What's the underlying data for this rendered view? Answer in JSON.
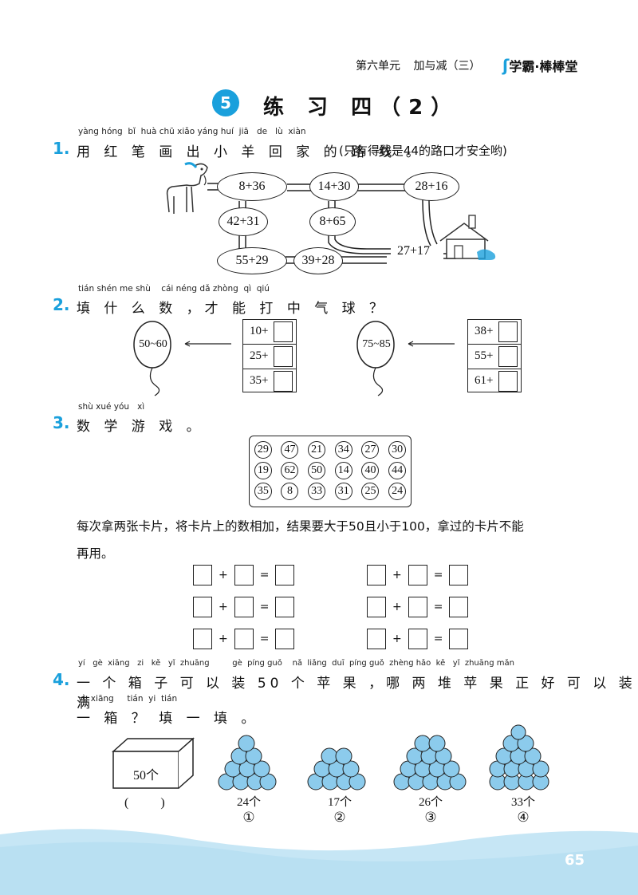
{
  "header": {
    "unit": "第六单元",
    "topic": "加与减（三）",
    "brand": "学霸·棒棒堂"
  },
  "title": {
    "number": "5",
    "text": "练 习 四（2）"
  },
  "q1": {
    "num": "1.",
    "pinyin": "yàng hóng  bǐ  huà chū xiǎo yáng huí  jiā   de   lù  xiàn",
    "text": "用 红 笔 画 出 小 羊 回 家 的 路 线 。",
    "note": "(只有得数是44的路口才安全哟)",
    "exprs": [
      "8+36",
      "14+30",
      "28+16",
      "42+31",
      "8+65",
      "55+29",
      "39+28",
      "27+17"
    ]
  },
  "q2": {
    "num": "2.",
    "pinyin": "tián shén me shù    cái néng dǎ zhòng  qì  qiú",
    "text": "填 什 么 数 ，才 能 打 中 气 球 ？",
    "balloons": [
      "50~60",
      "75~85"
    ],
    "left_items": [
      "10+",
      "25+",
      "35+"
    ],
    "right_items": [
      "38+",
      "55+",
      "61+"
    ]
  },
  "q3": {
    "num": "3.",
    "pinyin": "shù xué yóu   xì",
    "text": "数 学 游 戏 。",
    "cards": [
      [
        "29",
        "47",
        "21",
        "34",
        "27",
        "30"
      ],
      [
        "19",
        "62",
        "50",
        "14",
        "40",
        "44"
      ],
      [
        "35",
        "8",
        "33",
        "31",
        "25",
        "24"
      ]
    ],
    "instruction_line1": "每次拿两张卡片，将卡片上的数相加，结果要大于50且小于100，拿过的卡片不能",
    "instruction_line2": "再用。",
    "plus": "+",
    "equals": "="
  },
  "q4": {
    "num": "4.",
    "pinyin1": "yí   gè  xiāng   zi   kě   yǐ  zhuāng         gè  píng guǒ    nǎ  liǎng  duī  píng guǒ  zhèng hǎo  kě   yǐ  zhuāng mǎn",
    "text1": "一 个 箱 子 可 以 装  50 个 苹 果 ，哪 两 堆 苹 果 正 好 可 以 装  满",
    "pinyin2": "yì  xiāng     tián  yi  tián",
    "text2": "一 箱 ？ 填 一 填 。",
    "box_label": "50个",
    "answer_paren": "(          )",
    "piles": [
      {
        "count": "24个",
        "label": "①"
      },
      {
        "count": "17个",
        "label": "②"
      },
      {
        "count": "26个",
        "label": "③"
      },
      {
        "count": "33个",
        "label": "④"
      }
    ]
  },
  "footer": {
    "page": "65"
  },
  "colors": {
    "accent": "#1aa0dc",
    "wave": "#c6e6f5",
    "apple": "#8ccbec"
  }
}
